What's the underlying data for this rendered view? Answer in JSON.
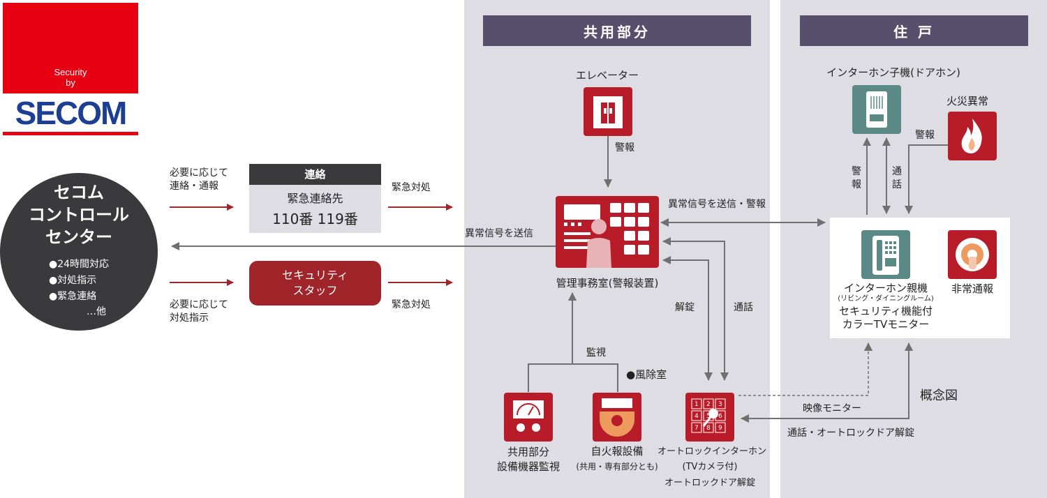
{
  "logo": {
    "top_text": "Security\nby",
    "brand": "SECOM"
  },
  "zones": {
    "common": "共用部分",
    "residence": "住 戸"
  },
  "center": {
    "title_lines": [
      "セコム",
      "コントロール",
      "センター"
    ],
    "items": [
      "●24時間対応",
      "●対処指示",
      "●緊急連絡"
    ],
    "more": "…他"
  },
  "labels": {
    "contact_if_needed": "必要に応じて\n連絡・通報",
    "dispatch_if_needed": "必要に応じて\n対処指示",
    "emergency_response_1": "緊急対処",
    "emergency_response_2": "緊急対処",
    "send_abnormal": "異常信号を送信",
    "send_abnormal_alarm": "異常信号を送信・警報",
    "alarm_elevator": "警報",
    "alarm_fire": "警報",
    "alarm_door": "警\n報",
    "talk_door": "通\n話",
    "unlock": "解錠",
    "talk": "通話",
    "monitor": "監視",
    "windbreak": "●風除室",
    "video_monitor": "映像モニター",
    "talk_unlock": "通話・オートロックドア解錠",
    "concept": "概念図"
  },
  "contact_box": {
    "header": "連絡",
    "line1": "緊急連絡先",
    "line2": "110番 119番"
  },
  "staff": "セキュリティ\nスタッフ",
  "devices": {
    "elevator": "エレベーター",
    "office": "管理事務室(警報装置)",
    "equipment": "共用部分\n設備機器監視",
    "fire_alarm_main": "自火報設備",
    "fire_alarm_sub": "(共用・専有部分とも)",
    "autolock_1": "オートロックインターホン",
    "autolock_2": "(TVカメラ付)",
    "autolock_3": "オートロックドア解錠",
    "door_phone": "インターホン子機(ドアホン)",
    "fire": "火災異常",
    "master_1": "インターホン親機",
    "master_2": "(リビング・ダイニングルーム)",
    "master_3": "セキュリティ機能付",
    "master_4": "カラーTVモニター",
    "emergency": "非常通報"
  },
  "keypad": [
    "1",
    "2",
    "3",
    "4",
    "5",
    "6",
    "7",
    "8",
    "9"
  ],
  "colors": {
    "brand_red": "#e60012",
    "secom_blue": "#1c3f94",
    "device_red": "#b71c28",
    "dark_red": "#a0252a",
    "panel": "#dedde3",
    "header": "#57506d",
    "teal": "#5b8a86"
  }
}
